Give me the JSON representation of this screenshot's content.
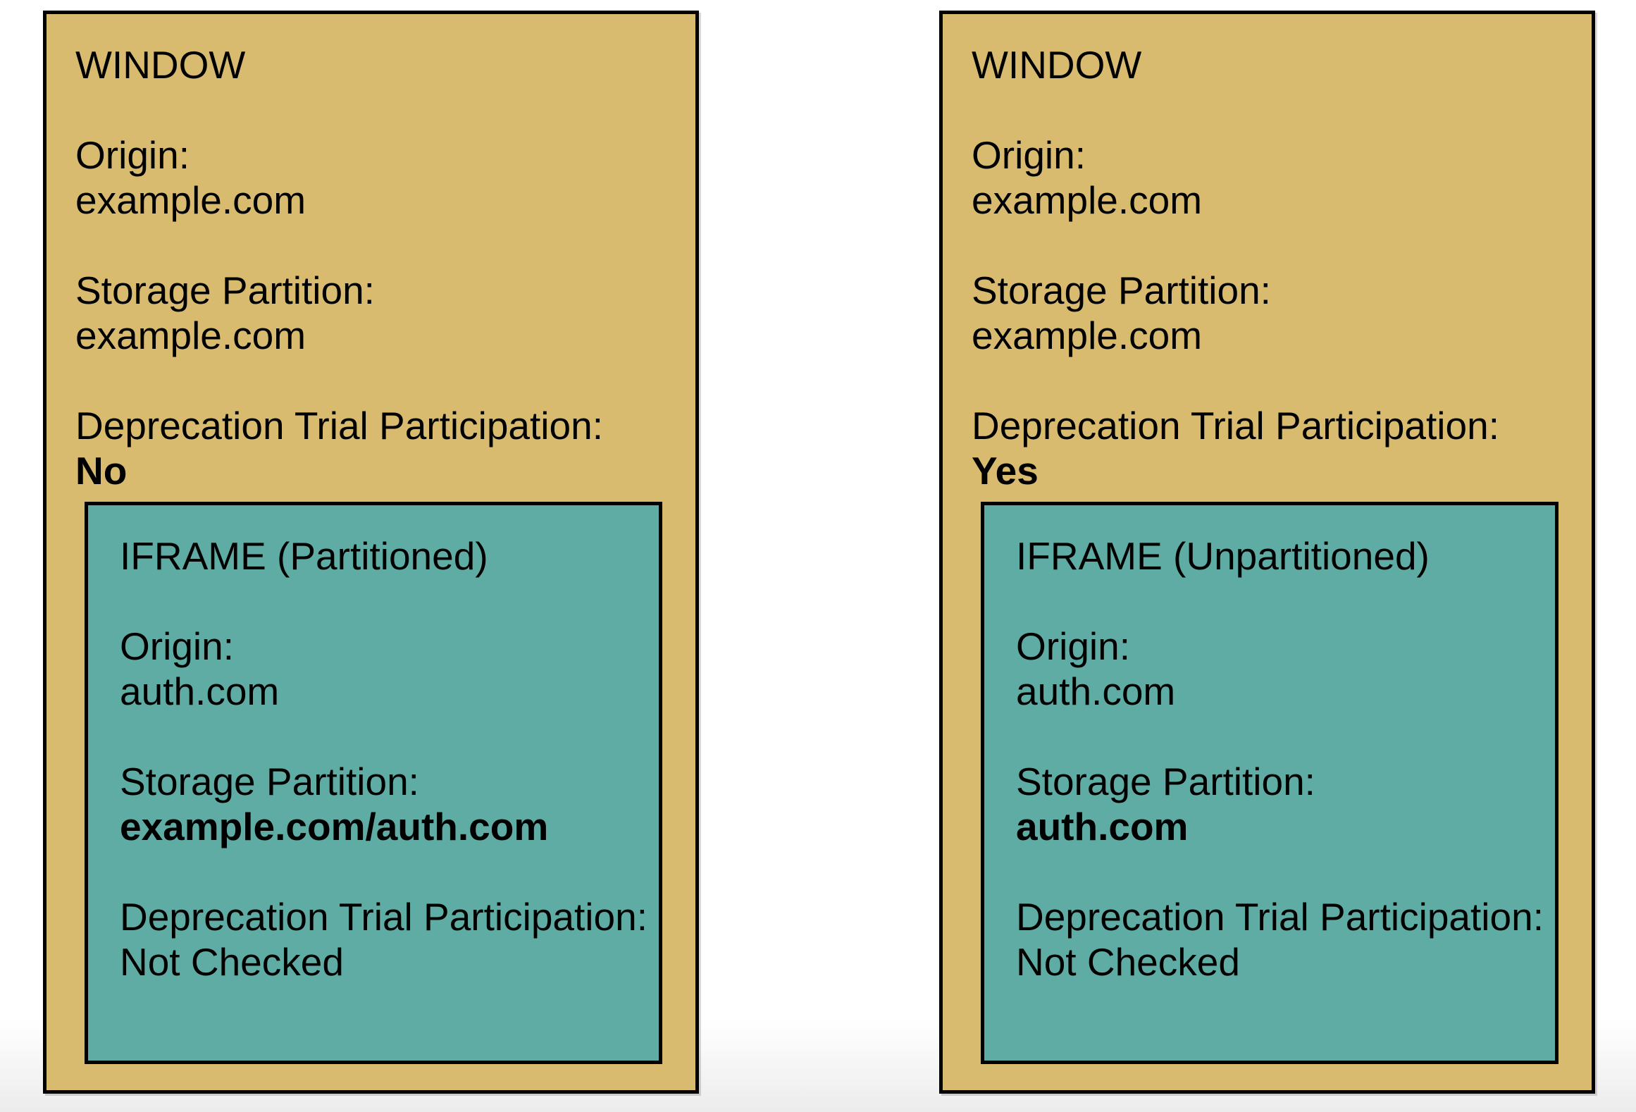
{
  "colors": {
    "window_fill": "#d9bb70",
    "iframe_fill": "#5eaca3",
    "border": "#000000",
    "text": "#000000",
    "page_background": "#ffffff"
  },
  "windows": [
    {
      "title": "WINDOW",
      "fields": [
        {
          "label": "Origin:",
          "value": "example.com",
          "bold": false
        },
        {
          "label": "Storage Partition:",
          "value": "example.com",
          "bold": false
        },
        {
          "label": "Deprecation Trial Participation:",
          "value": "No",
          "bold": true
        }
      ],
      "iframe": {
        "title": "IFRAME (Partitioned)",
        "fields": [
          {
            "label": "Origin:",
            "value": "auth.com",
            "bold": false
          },
          {
            "label": "Storage Partition:",
            "value": "example.com/auth.com",
            "bold": true
          },
          {
            "label": "Deprecation Trial Participation:",
            "value": "Not Checked",
            "bold": false
          }
        ]
      }
    },
    {
      "title": "WINDOW",
      "fields": [
        {
          "label": "Origin:",
          "value": "example.com",
          "bold": false
        },
        {
          "label": "Storage Partition:",
          "value": "example.com",
          "bold": false
        },
        {
          "label": "Deprecation Trial Participation:",
          "value": "Yes",
          "bold": true
        }
      ],
      "iframe": {
        "title": "IFRAME (Unpartitioned)",
        "fields": [
          {
            "label": "Origin:",
            "value": "auth.com",
            "bold": false
          },
          {
            "label": "Storage Partition:",
            "value": "auth.com",
            "bold": true
          },
          {
            "label": "Deprecation Trial Participation:",
            "value": "Not Checked",
            "bold": false
          }
        ]
      }
    }
  ]
}
